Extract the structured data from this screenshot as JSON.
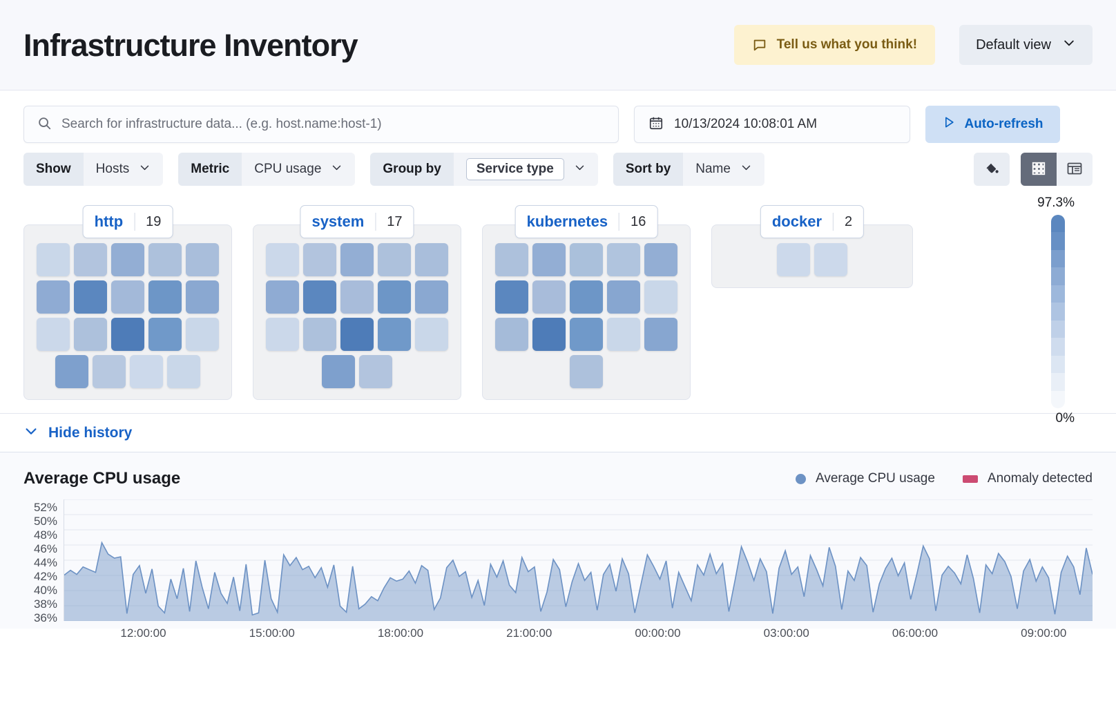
{
  "header": {
    "title": "Infrastructure Inventory",
    "feedback_label": "Tell us what you think!",
    "feedback_icon": "comment-icon",
    "view_selector_label": "Default view",
    "view_selector_icon": "chevron-down-icon"
  },
  "query": {
    "search_placeholder": "Search for infrastructure data... (e.g. host.name:host-1)",
    "search_value": "",
    "search_icon": "search-icon",
    "date_value": "10/13/2024 10:08:01 AM",
    "date_icon": "calendar-icon",
    "refresh_label": "Auto-refresh",
    "refresh_icon": "play-icon"
  },
  "filters": [
    {
      "label": "Show",
      "value": "Hosts",
      "boxed": false,
      "icon": "chevron-down-icon"
    },
    {
      "label": "Metric",
      "value": "CPU usage",
      "boxed": false,
      "icon": "chevron-down-icon"
    },
    {
      "label": "Group by",
      "value": "Service type",
      "boxed": true,
      "icon": "chevron-down-icon"
    },
    {
      "label": "Sort by",
      "value": "Name",
      "boxed": false,
      "icon": "chevron-down-icon"
    }
  ],
  "toolbar": {
    "palette_icon": "color-fill-icon",
    "grid_view_icon": "grid-view-icon",
    "table_view_icon": "table-view-icon",
    "active_view": "grid"
  },
  "legend": {
    "max_label": "97.3%",
    "min_label": "0%",
    "stops": [
      "#5b87bf",
      "#6790c5",
      "#7b9ecd",
      "#8dabd4",
      "#9db8dc",
      "#aec4e2",
      "#bfd0e8",
      "#cfdcee",
      "#dce6f3",
      "#e9eff7",
      "#f4f7fb"
    ]
  },
  "groups": [
    {
      "name": "http",
      "count": "19",
      "rows": [
        [
          "#c9d7e9",
          "#b2c4de",
          "#93aed4",
          "#adc1dc",
          "#a9bedb"
        ],
        [
          "#8fabd3",
          "#5b87bf",
          "#a3b9d9",
          "#6d96c7",
          "#8aa8d1"
        ],
        [
          "#cbd8ea",
          "#adc1dc",
          "#4e7cb8",
          "#7099c9",
          "#c9d7e9"
        ],
        [
          "#7ea0cd",
          "#b7c8e0",
          "#ccd9eb",
          "#c9d7e9"
        ]
      ]
    },
    {
      "name": "system",
      "count": "17",
      "rows": [
        [
          "#cbd8ea",
          "#b2c4de",
          "#93aed4",
          "#adc1dc",
          "#a9bedb"
        ],
        [
          "#8fabd3",
          "#5b87bf",
          "#a8bcda",
          "#6d96c7",
          "#8aa8d1"
        ],
        [
          "#cbd8ea",
          "#adc1dc",
          "#4e7cb8",
          "#7099c9",
          "#c9d7e9"
        ],
        [
          "#7ea0cd",
          "#b2c4de"
        ]
      ]
    },
    {
      "name": "kubernetes",
      "count": "16",
      "rows": [
        [
          "#adc1dc",
          "#93aed4",
          "#aac0db",
          "#b0c4de",
          "#93aed4"
        ],
        [
          "#5b87bf",
          "#a8bcda",
          "#6d96c7",
          "#87a6d0",
          "#c9d7e9"
        ],
        [
          "#a5bbd9",
          "#4e7cb8",
          "#7099c9",
          "#c9d7e9",
          "#87a6d0"
        ],
        [
          "#adc1dc"
        ]
      ]
    },
    {
      "name": "docker",
      "count": "2",
      "rows": [
        [
          "#ccd9eb",
          "#ccd9eb"
        ]
      ]
    }
  ],
  "history": {
    "toggle_label": "Hide history",
    "toggle_icon": "chevron-down-icon"
  },
  "chart_data": {
    "type": "area",
    "title": "Average CPU usage",
    "xlabel": "",
    "ylabel": "",
    "ylim": [
      35,
      53
    ],
    "yticks": [
      "52%",
      "50%",
      "48%",
      "46%",
      "44%",
      "42%",
      "40%",
      "38%",
      "36%"
    ],
    "xticks": [
      "12:00:00",
      "15:00:00",
      "18:00:00",
      "21:00:00",
      "00:00:00",
      "03:00:00",
      "06:00:00",
      "09:00:00"
    ],
    "grid": true,
    "legend_position": "top-right",
    "series": [
      {
        "name": "Average CPU usage",
        "color": "#6d92c4",
        "marker": "circle"
      },
      {
        "name": "Anomaly detected",
        "color": "#cc4b72",
        "marker": "rect"
      }
    ],
    "values": [
      41.8,
      42.5,
      41.9,
      43.0,
      42.6,
      42.2,
      46.6,
      44.9,
      44.3,
      44.5,
      36.1,
      41.9,
      43.2,
      39.1,
      42.7,
      37.2,
      36.2,
      41.2,
      38.3,
      42.8,
      36.4,
      43.9,
      40.0,
      36.8,
      42.2,
      39.1,
      37.6,
      41.5,
      36.5,
      43.4,
      35.9,
      36.2,
      44.0,
      38.3,
      36.3,
      44.8,
      43.2,
      44.4,
      42.6,
      43.1,
      41.4,
      42.9,
      40.0,
      43.3,
      37.2,
      36.3,
      43.1,
      36.8,
      37.5,
      38.6,
      38.0,
      39.9,
      41.4,
      40.9,
      41.2,
      42.4,
      40.6,
      43.2,
      42.5,
      36.7,
      38.4,
      42.9,
      44.0,
      41.6,
      42.3,
      38.5,
      41.0,
      37.3,
      43.4,
      41.5,
      43.9,
      40.3,
      39.2,
      44.4,
      42.3,
      43.0,
      36.4,
      39.3,
      44.1,
      42.6,
      37.1,
      40.8,
      43.5,
      41.0,
      42.2,
      36.6,
      41.9,
      43.4,
      39.4,
      44.2,
      42.0,
      36.2,
      40.5,
      44.8,
      43.1,
      41.2,
      43.9,
      36.9,
      42.2,
      40.1,
      38.0,
      43.3,
      41.8,
      44.9,
      42.0,
      43.5,
      36.4,
      41.1,
      46.0,
      43.7,
      41.0,
      44.2,
      42.3,
      36.1,
      42.8,
      45.4,
      41.9,
      43.0,
      38.6,
      44.7,
      42.6,
      40.2,
      45.9,
      43.1,
      36.7,
      42.4,
      41.0,
      44.4,
      43.2,
      36.3,
      40.5,
      42.8,
      44.3,
      41.7,
      43.6,
      38.2,
      42.0,
      46.1,
      44.2,
      36.5,
      41.8,
      43.1,
      42.1,
      40.5,
      44.8,
      41.3,
      36.2,
      43.3,
      42.0,
      45.0,
      43.8,
      41.6,
      36.8,
      42.4,
      44.1,
      40.9,
      43.0,
      41.4,
      36.0,
      42.2,
      44.6,
      43.0,
      38.9,
      45.8,
      41.9
    ]
  }
}
